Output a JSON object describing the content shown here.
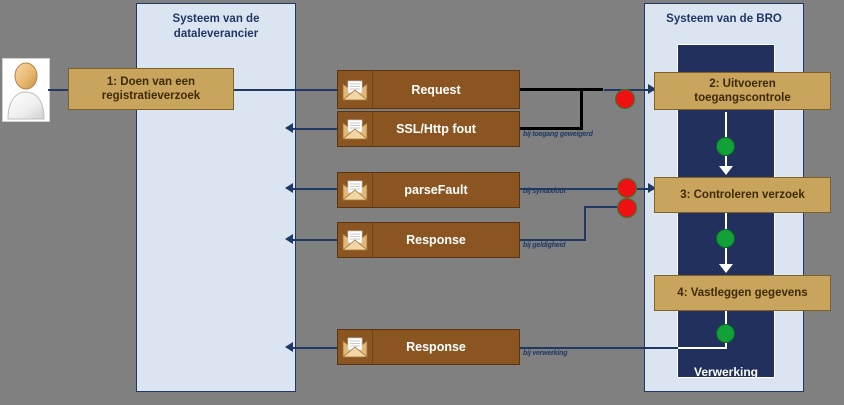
{
  "diagram": {
    "title_hidden": "",
    "background_color": "#808080",
    "lane_color": "#dbe5f1",
    "navy_color": "#21305c",
    "message_color": "#8a5521",
    "step_color": "#c9a45c",
    "accent_line": "#1f3864",
    "dot_red": "#ee1111",
    "dot_green": "#12a038"
  },
  "lanes": [
    {
      "id": "supplier",
      "title": "Systeem van de dataleverancier"
    },
    {
      "id": "bro",
      "title": "Systeem van de BRO"
    }
  ],
  "actor": {
    "name": "dataleverancier-actor",
    "label": ""
  },
  "steps": [
    {
      "id": "step1",
      "label": "1: Doen van een registratieverzoek"
    },
    {
      "id": "step2",
      "label": "2: Uitvoeren toegangscontrole"
    },
    {
      "id": "step3",
      "label": "3:  Controleren verzoek"
    },
    {
      "id": "step4",
      "label": "4: Vastleggen gegevens"
    }
  ],
  "bro_process_label": "Verwerking",
  "messages": [
    {
      "id": "msg-request",
      "label": "Request",
      "icon": "envelope-icon"
    },
    {
      "id": "msg-sslfout",
      "label": "SSL/Http fout",
      "icon": "envelope-icon"
    },
    {
      "id": "msg-parsefault",
      "label": "parseFault",
      "icon": "envelope-icon"
    },
    {
      "id": "msg-response-1",
      "label": "Response",
      "icon": "envelope-icon"
    },
    {
      "id": "msg-response-2",
      "label": "Response",
      "icon": "envelope-icon"
    }
  ],
  "annotations": [
    {
      "id": "annot-toegang",
      "label": "bij toegang geweigerd"
    },
    {
      "id": "annot-syntax",
      "label": "bij syntaxfout"
    },
    {
      "id": "annot-geldigheid",
      "label": "bij geldigheid"
    },
    {
      "id": "annot-verwerking",
      "label": "bij verwerking"
    }
  ]
}
